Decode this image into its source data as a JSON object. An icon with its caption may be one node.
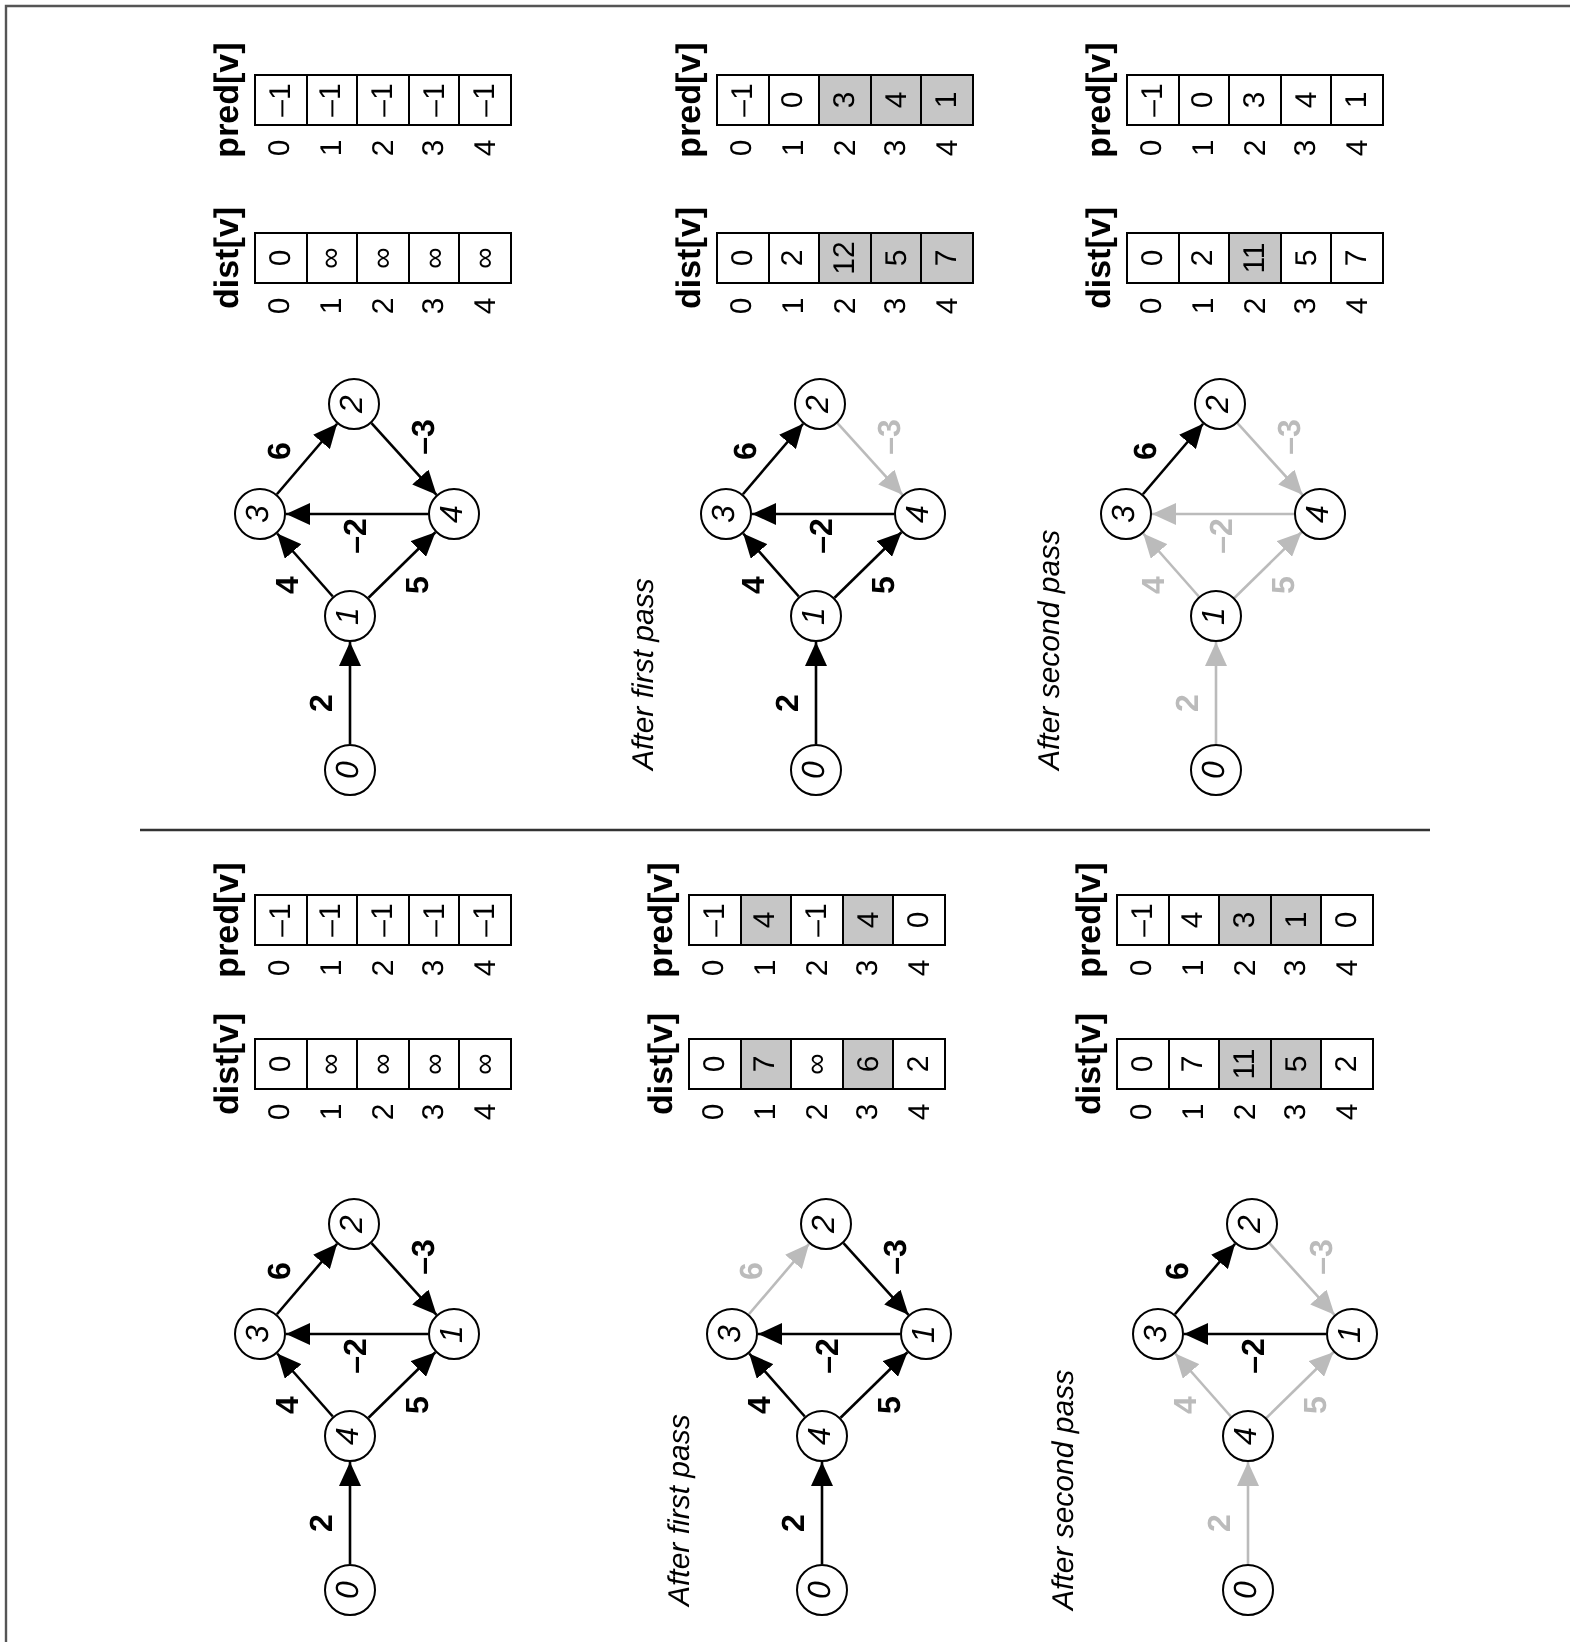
{
  "diagram": {
    "nodes": [
      {
        "text": [
          "0"
        ]
      },
      {
        "text": [
          "4"
        ]
      },
      {
        "text": [
          "3"
        ]
      },
      {
        "text": [
          "1"
        ]
      },
      {
        "text": [
          "2"
        ]
      },
      {
        "text": [
          "dist[v]"
        ]
      },
      {
        "text": [
          "0"
        ],
        "in": 5,
        "beside": [
          "0"
        ]
      },
      {
        "text": [
          "∞"
        ],
        "in": 5,
        "beside": [
          "1"
        ]
      },
      {
        "text": [
          "∞"
        ],
        "in": 5,
        "beside": [
          "2"
        ]
      },
      {
        "text": [
          "∞"
        ],
        "in": 5,
        "beside": [
          "3"
        ]
      },
      {
        "text": [
          "∞"
        ],
        "in": 5,
        "beside": [
          "4"
        ]
      },
      {
        "text": [
          "pred[v]"
        ]
      },
      {
        "text": [
          "–1"
        ],
        "in": 11,
        "beside": [
          "0"
        ]
      },
      {
        "text": [
          "–1"
        ],
        "in": 11,
        "beside": [
          "1"
        ]
      },
      {
        "text": [
          "–1"
        ],
        "in": 11,
        "beside": [
          "2"
        ]
      },
      {
        "text": [
          "–1"
        ],
        "in": 11,
        "beside": [
          "3"
        ]
      },
      {
        "text": [
          "–1"
        ],
        "in": 11,
        "beside": [
          "4"
        ]
      },
      {
        "text": [
          "0"
        ]
      },
      {
        "text": [
          "4"
        ]
      },
      {
        "text": [
          "3"
        ]
      },
      {
        "text": [
          "1"
        ]
      },
      {
        "text": [
          "2"
        ]
      },
      {
        "text": [
          "dist[v]"
        ]
      },
      {
        "text": [
          "0"
        ],
        "in": 22,
        "beside": [
          "0"
        ]
      },
      {
        "text": [
          "7"
        ],
        "in": 22,
        "beside": [
          "1"
        ]
      },
      {
        "text": [
          "∞"
        ],
        "in": 22,
        "beside": [
          "2"
        ]
      },
      {
        "text": [
          "6"
        ],
        "in": 22,
        "beside": [
          "3"
        ]
      },
      {
        "text": [
          "2"
        ],
        "in": 22,
        "beside": [
          "4"
        ]
      },
      {
        "text": [
          "pred[v]"
        ]
      },
      {
        "text": [
          "–1"
        ],
        "in": 28,
        "beside": [
          "0"
        ]
      },
      {
        "text": [
          "4"
        ],
        "in": 28,
        "beside": [
          "1"
        ]
      },
      {
        "text": [
          "–1"
        ],
        "in": 28,
        "beside": [
          "2"
        ]
      },
      {
        "text": [
          "4"
        ],
        "in": 28,
        "beside": [
          "3"
        ]
      },
      {
        "text": [
          "0"
        ],
        "in": 28,
        "beside": [
          "4"
        ]
      },
      {
        "text": [
          "0"
        ]
      },
      {
        "text": [
          "4"
        ]
      },
      {
        "text": [
          "3"
        ]
      },
      {
        "text": [
          "1"
        ]
      },
      {
        "text": [
          "2"
        ]
      },
      {
        "text": [
          "dist[v]"
        ]
      },
      {
        "text": [
          "0"
        ],
        "in": 39,
        "beside": [
          "0"
        ]
      },
      {
        "text": [
          "7"
        ],
        "in": 39,
        "beside": [
          "1"
        ]
      },
      {
        "text": [
          "11"
        ],
        "in": 39,
        "beside": [
          "2"
        ]
      },
      {
        "text": [
          "5"
        ],
        "in": 39,
        "beside": [
          "3"
        ]
      },
      {
        "text": [
          "2"
        ],
        "in": 39,
        "beside": [
          "4"
        ]
      },
      {
        "text": [
          "pred[v]"
        ]
      },
      {
        "text": [
          "–1"
        ],
        "in": 45,
        "beside": [
          "0"
        ]
      },
      {
        "text": [
          "4"
        ],
        "in": 45,
        "beside": [
          "1"
        ]
      },
      {
        "text": [
          "3"
        ],
        "in": 45,
        "beside": [
          "2"
        ]
      },
      {
        "text": [
          "1"
        ],
        "in": 45,
        "beside": [
          "3"
        ]
      },
      {
        "text": [
          "0"
        ],
        "in": 45,
        "beside": [
          "4"
        ]
      },
      {
        "text": [
          "0"
        ]
      },
      {
        "text": [
          "1"
        ]
      },
      {
        "text": [
          "3"
        ]
      },
      {
        "text": [
          "4"
        ]
      },
      {
        "text": [
          "2"
        ]
      },
      {
        "text": [
          "dist[v]"
        ]
      },
      {
        "text": [
          "0"
        ],
        "in": 56,
        "beside": [
          "0"
        ]
      },
      {
        "text": [
          "∞"
        ],
        "in": 56,
        "beside": [
          "1"
        ]
      },
      {
        "text": [
          "∞"
        ],
        "in": 56,
        "beside": [
          "2"
        ]
      },
      {
        "text": [
          "∞"
        ],
        "in": 56,
        "beside": [
          "3"
        ]
      },
      {
        "text": [
          "∞"
        ],
        "in": 56,
        "beside": [
          "4"
        ]
      },
      {
        "text": [
          "pred[v]"
        ]
      },
      {
        "text": [
          "–1"
        ],
        "in": 62,
        "beside": [
          "0"
        ]
      },
      {
        "text": [
          "–1"
        ],
        "in": 62,
        "beside": [
          "1"
        ]
      },
      {
        "text": [
          "–1"
        ],
        "in": 62,
        "beside": [
          "2"
        ]
      },
      {
        "text": [
          "–1"
        ],
        "in": 62,
        "beside": [
          "3"
        ]
      },
      {
        "text": [
          "–1"
        ],
        "in": 62,
        "beside": [
          "4"
        ]
      },
      {
        "text": [
          "0"
        ]
      },
      {
        "text": [
          "1"
        ]
      },
      {
        "text": [
          "3"
        ]
      },
      {
        "text": [
          "4"
        ]
      },
      {
        "text": [
          "2"
        ]
      },
      {
        "text": [
          "dist[v]"
        ]
      },
      {
        "text": [
          "0"
        ],
        "in": 73,
        "beside": [
          "0"
        ]
      },
      {
        "text": [
          "2"
        ],
        "in": 73,
        "beside": [
          "1"
        ]
      },
      {
        "text": [
          "12"
        ],
        "in": 73,
        "beside": [
          "2"
        ]
      },
      {
        "text": [
          "5"
        ],
        "in": 73,
        "beside": [
          "3"
        ]
      },
      {
        "text": [
          "7"
        ],
        "in": 73,
        "beside": [
          "4"
        ]
      },
      {
        "text": [
          "pred[v]"
        ]
      },
      {
        "text": [
          "–1"
        ],
        "in": 79,
        "beside": [
          "0"
        ]
      },
      {
        "text": [
          "0"
        ],
        "in": 79,
        "beside": [
          "1"
        ]
      },
      {
        "text": [
          "3"
        ],
        "in": 79,
        "beside": [
          "2"
        ]
      },
      {
        "text": [
          "4"
        ],
        "in": 79,
        "beside": [
          "3"
        ]
      },
      {
        "text": [
          "1"
        ],
        "in": 79,
        "beside": [
          "4"
        ]
      },
      {
        "text": [
          "0"
        ]
      },
      {
        "text": [
          "1"
        ]
      },
      {
        "text": [
          "3"
        ]
      },
      {
        "text": [
          "4"
        ]
      },
      {
        "text": [
          "2"
        ]
      },
      {
        "text": [
          "dist[v]"
        ]
      },
      {
        "text": [
          "0"
        ],
        "in": 90,
        "beside": [
          "0"
        ]
      },
      {
        "text": [
          "2"
        ],
        "in": 90,
        "beside": [
          "1"
        ]
      },
      {
        "text": [
          "11"
        ],
        "in": 90,
        "beside": [
          "2"
        ]
      },
      {
        "text": [
          "5"
        ],
        "in": 90,
        "beside": [
          "3"
        ]
      },
      {
        "text": [
          "7"
        ],
        "in": 90,
        "beside": [
          "4"
        ]
      },
      {
        "text": [
          "pred[v]"
        ]
      },
      {
        "text": [
          "–1"
        ],
        "in": 96,
        "beside": [
          "0"
        ]
      },
      {
        "text": [
          "0"
        ],
        "in": 96,
        "beside": [
          "1"
        ]
      },
      {
        "text": [
          "3"
        ],
        "in": 96,
        "beside": [
          "2"
        ]
      },
      {
        "text": [
          "4"
        ],
        "in": 96,
        "beside": [
          "3"
        ]
      },
      {
        "text": [
          "1"
        ],
        "in": 96,
        "beside": [
          "4"
        ]
      }
    ],
    "edges": [
      {
        "from": 0,
        "to": 1,
        "arrow": "to",
        "label": "2"
      },
      {
        "from": 1,
        "to": 2,
        "arrow": "to",
        "label": "4"
      },
      {
        "from": 1,
        "to": 3,
        "arrow": "to",
        "label": "5"
      },
      {
        "from": 2,
        "to": 4,
        "arrow": "to",
        "label": "6"
      },
      {
        "from": 4,
        "to": 3,
        "arrow": "to",
        "label": "–3"
      },
      {
        "from": 3,
        "to": 2,
        "arrow": "to",
        "label": "–2"
      },
      {
        "from": 17,
        "to": 18,
        "arrow": "to",
        "label": "2"
      },
      {
        "from": 18,
        "to": 19,
        "arrow": "to",
        "label": "4"
      },
      {
        "from": 18,
        "to": 20,
        "arrow": "to",
        "label": "5"
      },
      {
        "from": 19,
        "to": 21,
        "arrow": "to",
        "label": "6",
        "color": "#bbbbbb"
      },
      {
        "from": 21,
        "to": 20,
        "arrow": "to",
        "label": "–3"
      },
      {
        "from": 20,
        "to": 19,
        "arrow": "to",
        "label": "–2"
      },
      {
        "from": 34,
        "to": 35,
        "arrow": "to",
        "label": "2",
        "color": "#bbbbbb"
      },
      {
        "from": 35,
        "to": 36,
        "arrow": "to",
        "label": "4",
        "color": "#bbbbbb"
      },
      {
        "from": 35,
        "to": 37,
        "arrow": "to",
        "label": "5",
        "color": "#bbbbbb"
      },
      {
        "from": 36,
        "to": 38,
        "arrow": "to",
        "label": "6"
      },
      {
        "from": 38,
        "to": 37,
        "arrow": "to",
        "label": "–3",
        "color": "#bbbbbb"
      },
      {
        "from": 37,
        "to": 36,
        "arrow": "to",
        "label": "–2"
      },
      {
        "from": 51,
        "to": 52,
        "arrow": "to",
        "label": "2"
      },
      {
        "from": 52,
        "to": 53,
        "arrow": "to",
        "label": "4"
      },
      {
        "from": 52,
        "to": 54,
        "arrow": "to",
        "label": "5"
      },
      {
        "from": 53,
        "to": 55,
        "arrow": "to",
        "label": "6"
      },
      {
        "from": 55,
        "to": 54,
        "arrow": "to",
        "label": "–3"
      },
      {
        "from": 54,
        "to": 53,
        "arrow": "to",
        "label": "–2"
      },
      {
        "from": 68,
        "to": 69,
        "arrow": "to",
        "label": "2"
      },
      {
        "from": 69,
        "to": 70,
        "arrow": "to",
        "label": "4"
      },
      {
        "from": 69,
        "to": 71,
        "arrow": "to",
        "label": "5"
      },
      {
        "from": 70,
        "to": 72,
        "arrow": "to",
        "label": "6"
      },
      {
        "from": 72,
        "to": 71,
        "arrow": "to",
        "label": "–3",
        "color": "#bbbbbb"
      },
      {
        "from": 71,
        "to": 70,
        "arrow": "to",
        "label": "–2"
      },
      {
        "from": 85,
        "to": 86,
        "arrow": "to",
        "label": "2",
        "color": "#bbbbbb"
      },
      {
        "from": 86,
        "to": 87,
        "arrow": "to",
        "label": "4",
        "color": "#bbbbbb"
      },
      {
        "from": 86,
        "to": 88,
        "arrow": "to",
        "label": "5",
        "color": "#bbbbbb"
      },
      {
        "from": 87,
        "to": 89,
        "arrow": "to",
        "label": "6"
      },
      {
        "from": 89,
        "to": 88,
        "arrow": "to",
        "label": "–3",
        "color": "#bbbbbb"
      },
      {
        "from": 88,
        "to": 87,
        "arrow": "to",
        "label": "–2",
        "color": "#bbbbbb"
      }
    ],
    "labels": [
      "After first pass",
      "After second pass",
      "After first pass",
      "After second pass"
    ]
  }
}
